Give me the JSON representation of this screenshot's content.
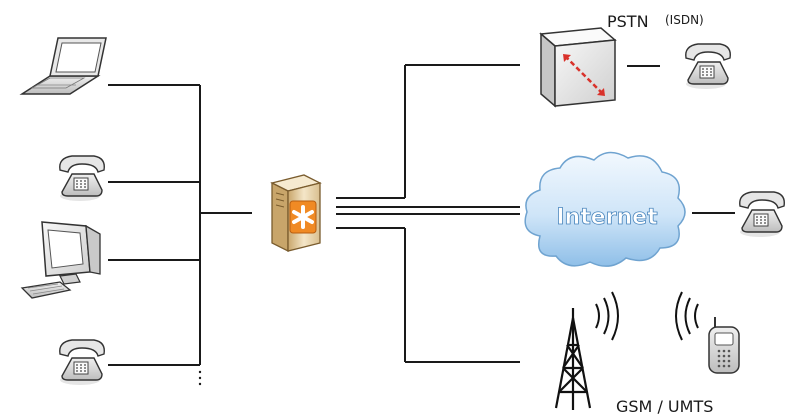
{
  "labels": {
    "pstn": "PSTN",
    "isdn": "(ISDN)",
    "internet": "Internet",
    "gsm_umts": "GSM / UMTS"
  },
  "colors": {
    "line": "#1a1a1a",
    "cloud_light": "#eef6fd",
    "cloud_dark": "#a6cdef",
    "cloud_edge": "#6fa3d0",
    "internet_text": "#ffffff",
    "asterisk_orange": "#f08a24",
    "switch_arrow": "#d9322b",
    "device_gray": "#dcdcdc"
  },
  "devices": {
    "left": [
      "laptop-icon",
      "desk-phone-icon",
      "desktop-computer-icon",
      "desk-phone-icon"
    ],
    "center": "asterisk-pbx-server-icon",
    "right": [
      "pstn-switch-icon",
      "internet-cloud-icon",
      "cell-tower-icon",
      "mobile-phone-icon"
    ]
  }
}
